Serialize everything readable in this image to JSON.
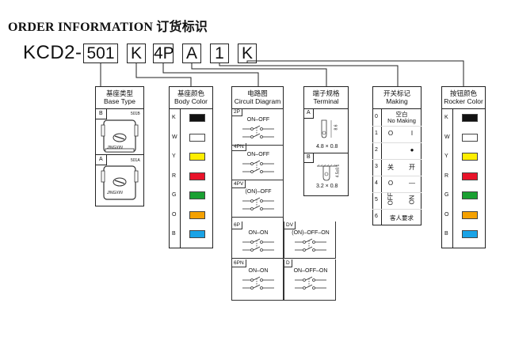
{
  "heading": "ORDER INFORMATION 订货标识",
  "code": {
    "prefix": "KCD2-",
    "segments": [
      "501",
      "K",
      "4P",
      "A",
      "1",
      "K"
    ]
  },
  "base_type": {
    "title_cn": "基座类型",
    "title_en": "Base Type",
    "options": [
      {
        "code": "B",
        "model": "501B",
        "brand": "JINGXIN"
      },
      {
        "code": "A",
        "model": "501A",
        "brand": "JINGXIN"
      }
    ]
  },
  "body_color": {
    "title_cn": "基座颜色",
    "title_en": "Body Color",
    "options": [
      {
        "code": "K",
        "color": "#111111"
      },
      {
        "code": "W",
        "color": "#ffffff"
      },
      {
        "code": "Y",
        "color": "#ffee00"
      },
      {
        "code": "R",
        "color": "#e8132a"
      },
      {
        "code": "G",
        "color": "#1aa032"
      },
      {
        "code": "O",
        "color": "#f5a100"
      },
      {
        "code": "B",
        "color": "#1aa3e6"
      }
    ]
  },
  "circuit": {
    "title_cn": "电路图",
    "title_en": "Circuit Diagram",
    "left": [
      {
        "code": "2P",
        "label": "ON–OFF"
      },
      {
        "code": "4PN",
        "label": "ON–OFF"
      },
      {
        "code": "4PV",
        "label": "(ON)–OFF"
      },
      {
        "code": "6P",
        "label": "ON–ON"
      },
      {
        "code": "6PN",
        "label": "ON–ON"
      }
    ],
    "right": [
      {
        "code": "DV",
        "label": "(ON)–OFF–ON"
      },
      {
        "code": "D",
        "label": "ON–OFF–ON"
      }
    ]
  },
  "terminal": {
    "title_cn": "端子规格",
    "title_en": "Terminal",
    "options": [
      {
        "code": "A",
        "size": "4.8 × 0.8",
        "height": "8.6"
      },
      {
        "code": "B",
        "size": "3.2 × 0.8",
        "height": "4.5±0.1"
      }
    ]
  },
  "marking": {
    "title_cn": "开关标记",
    "title_en": "Making",
    "options": [
      {
        "code": "0",
        "text": "空白",
        "text2": "No Making"
      },
      {
        "code": "1",
        "left": "O",
        "right": "I"
      },
      {
        "code": "2",
        "left": "",
        "right": "●"
      },
      {
        "code": "3",
        "left": "关",
        "right": "开"
      },
      {
        "code": "4",
        "left": "O",
        "right": "—"
      },
      {
        "code": "5",
        "left": "OFF",
        "right": "ON"
      },
      {
        "code": "6",
        "text": "客人要求"
      }
    ]
  },
  "rocker_color": {
    "title_cn": "按钮颜色",
    "title_en": "Rocker Color",
    "options": [
      {
        "code": "K",
        "color": "#111111"
      },
      {
        "code": "W",
        "color": "#ffffff"
      },
      {
        "code": "Y",
        "color": "#ffee00"
      },
      {
        "code": "R",
        "color": "#e8132a"
      },
      {
        "code": "G",
        "color": "#1aa032"
      },
      {
        "code": "O",
        "color": "#f5a100"
      },
      {
        "code": "B",
        "color": "#1aa3e6"
      }
    ]
  }
}
